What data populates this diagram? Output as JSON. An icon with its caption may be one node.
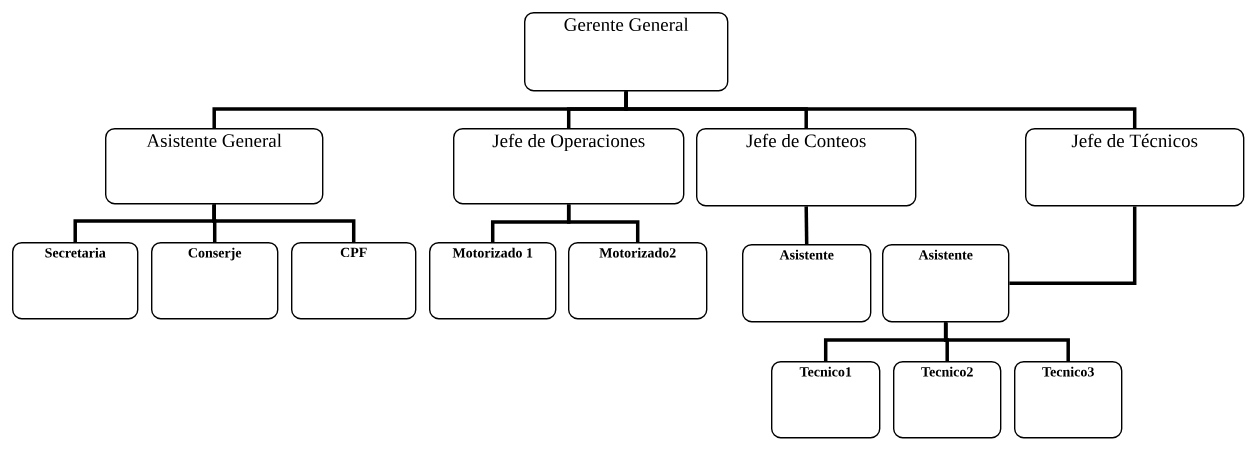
{
  "diagram": {
    "nodes": [
      {
        "text": [
          "Gerente General"
        ]
      },
      {
        "text": [
          "Asistente General"
        ]
      },
      {
        "text": [
          "Jefe de Operaciones"
        ]
      },
      {
        "text": [
          "Jefe de Conteos"
        ]
      },
      {
        "text": [
          "Jefe de Técnicos"
        ]
      },
      {
        "text": [
          "Secretaria"
        ]
      },
      {
        "text": [
          "Conserje"
        ]
      },
      {
        "text": [
          "CPF"
        ]
      },
      {
        "text": [
          "Motorizado 1"
        ]
      },
      {
        "text": [
          "Motorizado2"
        ]
      },
      {
        "text": [
          "Asistente"
        ]
      },
      {
        "text": [
          "Asistente"
        ]
      },
      {
        "text": [
          "Tecnico1"
        ]
      },
      {
        "text": [
          "Tecnico2"
        ]
      },
      {
        "text": [
          "Tecnico3"
        ]
      }
    ],
    "edges": [
      {
        "from": 0,
        "to": 1,
        "arrow": "none"
      },
      {
        "from": 0,
        "to": 2,
        "arrow": "none"
      },
      {
        "from": 0,
        "to": 3,
        "arrow": "none"
      },
      {
        "from": 0,
        "to": 4,
        "arrow": "none"
      },
      {
        "from": 1,
        "to": 5,
        "arrow": "none"
      },
      {
        "from": 1,
        "to": 6,
        "arrow": "none"
      },
      {
        "from": 1,
        "to": 7,
        "arrow": "none"
      },
      {
        "from": 2,
        "to": 8,
        "arrow": "none"
      },
      {
        "from": 2,
        "to": 9,
        "arrow": "none"
      },
      {
        "from": 3,
        "to": 10,
        "arrow": "none"
      },
      {
        "from": 4,
        "to": 11,
        "arrow": "none"
      },
      {
        "from": 11,
        "to": 12,
        "arrow": "none"
      },
      {
        "from": 11,
        "to": 13,
        "arrow": "none"
      },
      {
        "from": 11,
        "to": 14,
        "arrow": "none"
      }
    ]
  }
}
